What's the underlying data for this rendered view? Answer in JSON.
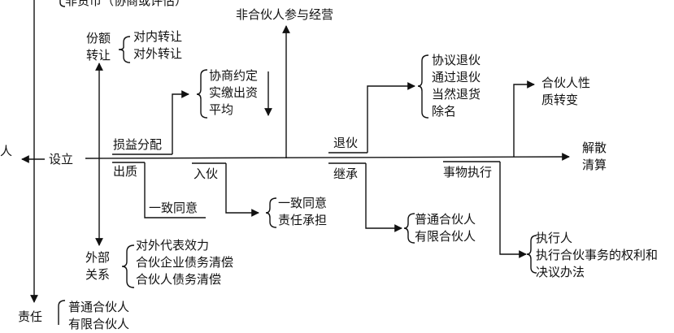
{
  "colors": {
    "ink": "#111111",
    "background": "#ffffff"
  },
  "top_cut": "非货币（协商或评估）",
  "left_cut": "人",
  "establish": "设立",
  "dissolution": [
    "解散",
    "清算"
  ],
  "non_partner": "非合伙人参与经营",
  "share_transfer": {
    "label": [
      "份额",
      "转让"
    ],
    "items": [
      "对内转让",
      "对外转让"
    ]
  },
  "profit_loss": {
    "label": "损益分配",
    "items": [
      "协商约定",
      "实缴出资",
      "平均"
    ]
  },
  "capital": {
    "label": "出质",
    "item": "一致同意"
  },
  "admission": {
    "label": "入伙",
    "items": [
      "一致同意",
      "责任承担"
    ]
  },
  "withdrawal": {
    "label": "退伙",
    "items": [
      "协议退伙",
      "通过退伙",
      "当然退货",
      "除名"
    ]
  },
  "inheritance": {
    "label": "继承",
    "items": [
      "普通合伙人",
      "有限合伙人"
    ]
  },
  "nature_change": [
    "合伙人性",
    "质转变"
  ],
  "affairs": {
    "label": "事物执行",
    "items": [
      "执行人",
      "执行合伙事务的权利和",
      "决议办法"
    ]
  },
  "external": {
    "label": [
      "外部",
      "关系"
    ],
    "items": [
      "对外代表效力",
      "合伙企业债务清偿",
      "合伙人债务清偿"
    ]
  },
  "liability": {
    "label": "责任",
    "items": [
      "普通合伙人",
      "有限合伙人"
    ]
  }
}
